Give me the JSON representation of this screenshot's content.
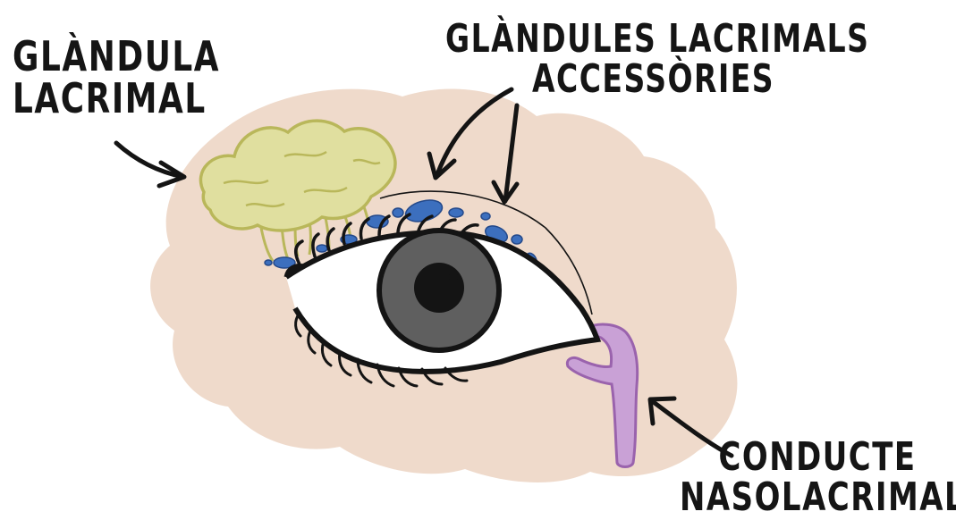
{
  "labels": {
    "lacrimal_gland": {
      "line1": "GLÀNDULA",
      "line2": "LACRIMAL"
    },
    "accessory_glands": {
      "line1": "GLÀNDULES LACRIMALS",
      "line2": "ACCESSÒRIES"
    },
    "nasolacrimal_duct": {
      "line1": "CONDUCTE",
      "line2": "NASOLACRIMAL"
    }
  },
  "colors": {
    "skin": "#efdacb",
    "lacrimal_gland_fill": "#e0df9f",
    "lacrimal_gland_stroke": "#b9b75a",
    "accessory_glands": "#3c6fbe",
    "nasolacrimal_duct_fill": "#c9a1d6",
    "nasolacrimal_duct_stroke": "#9a63ad",
    "iris": "#5f5f5f",
    "pupil": "#141414",
    "outline": "#141414"
  }
}
